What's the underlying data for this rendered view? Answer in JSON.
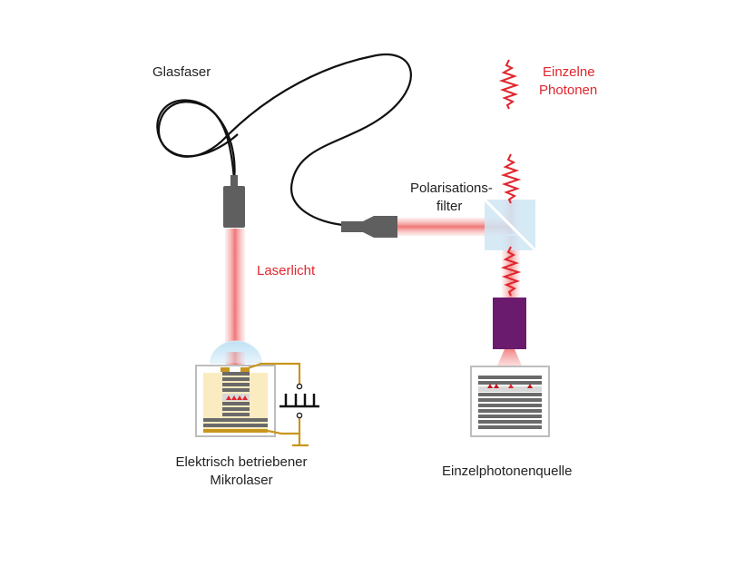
{
  "labels": {
    "glasfaser": "Glasfaser",
    "einzelne_line1": "Einzelne",
    "einzelne_line2": "Photonen",
    "polarisations_line1": "Polarisations-",
    "polarisations_line2": "filter",
    "laserlicht": "Laserlicht",
    "mikrolaser_line1": "Elektrisch betriebener",
    "mikrolaser_line2": "Mikrolaser",
    "quelle": "Einzelphotonenquelle"
  },
  "colors": {
    "text": "#222222",
    "accent_red": "#e0262e",
    "fiber": "#111111",
    "connector": "#5f5f5f",
    "beam": "#f08080",
    "polarizer": "#cfe6f4",
    "objective": "#6a1b6e",
    "gold_wire": "#c8961e",
    "yellow_bg": "#fbebc0",
    "stripe_dark": "#6a6a6a",
    "stripe_light": "#d8d8d8"
  },
  "icons": {
    "photon": "wave-packet-icon",
    "voltage_source": "voltage-source-icon"
  }
}
